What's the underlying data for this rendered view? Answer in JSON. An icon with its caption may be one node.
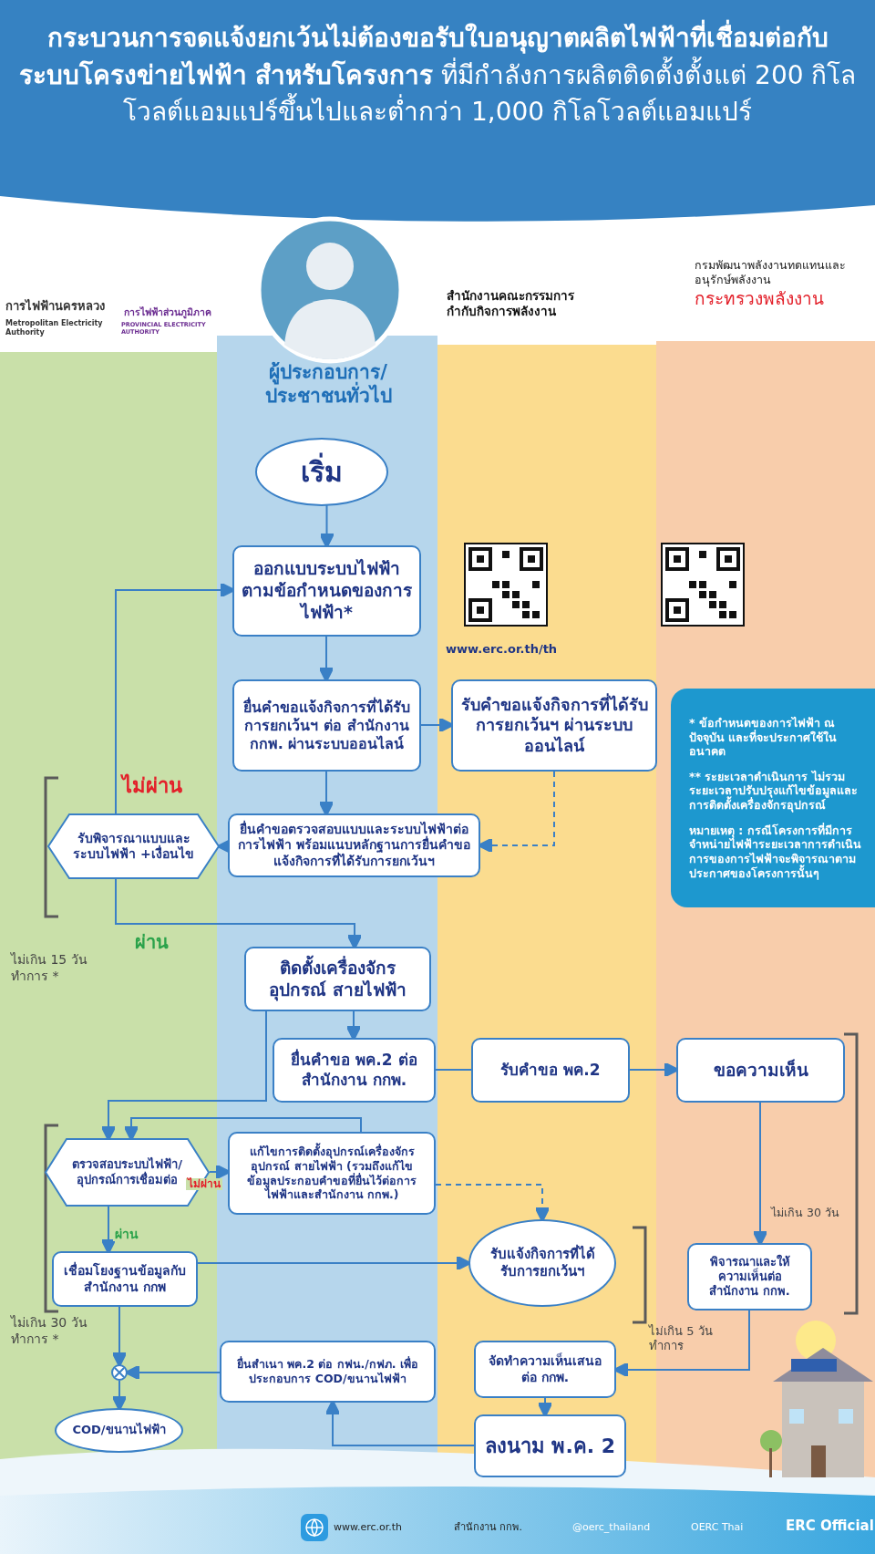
{
  "diagram": {
    "title": "**กระบวนการจดแจ้งยกเว้นไม่ต้องขอรับใบอนุญาตผลิตไฟฟ้าที่เชื่อมต่อกับระบบโครงข่ายไฟฟ้า สำหรับโครงการ** ที่มีกำลังการผลิตติดตั้งตั้งแต่ 200 กิโลโวลต์แอมแปร์ขึ้นไปและต่ำกว่า 1,000 กิโลโวลต์แอมแปร์",
    "nodes": [
      {
        "text": [
          "เริ่ม"
        ]
      },
      {
        "text": [
          "ออกแบบระบบไฟฟ้าตามข้อกำหนดของการไฟฟ้า*"
        ]
      },
      {
        "text": [
          "ยื่นคำขอแจ้งกิจการที่ได้รับการยกเว้นฯ ต่อ สำนักงาน กกพ. ผ่านระบบออนไลน์"
        ]
      },
      {
        "text": [
          "รับคำขอแจ้งกิจการที่ได้รับการยกเว้นฯ ผ่านระบบออนไลน์"
        ]
      },
      {
        "text": [
          "รับพิจารณาแบบและระบบไฟฟ้า +เงื่อนไข"
        ]
      },
      {
        "text": [
          "ยื่นคำขอตรวจสอบแบบและระบบไฟฟ้าต่อการไฟฟ้า พร้อมแนบหลักฐานการยื่นคำขอแจ้งกิจการที่ได้รับการยกเว้นฯ"
        ]
      },
      {
        "text": [
          "ติดตั้งเครื่องจักร อุปกรณ์ สายไฟฟ้า"
        ]
      },
      {
        "text": [
          "ยื่นคำขอ พค.2 ต่อ สำนักงาน กกพ."
        ]
      },
      {
        "text": [
          "รับคำขอ พค.2"
        ]
      },
      {
        "text": [
          "ขอความเห็น"
        ]
      },
      {
        "text": [
          "ตรวจสอบระบบไฟฟ้า/อุปกรณ์การเชื่อมต่อ"
        ]
      },
      {
        "text": [
          "แก้ไขการติดตั้งอุปกรณ์เครื่องจักรอุปกรณ์ สายไฟฟ้า (รวมถึงแก้ไขข้อมูลประกอบคำขอที่ยื่นไว้ต่อการไฟฟ้าและสำนักงาน กกพ.)"
        ]
      },
      {
        "text": [
          "รับแจ้งกิจการที่ได้รับการยกเว้นฯ"
        ]
      },
      {
        "text": [
          "เชื่อมโยงฐานข้อมูลกับสำนักงาน กกพ"
        ]
      },
      {
        "text": [
          "พิจารณาและให้ความเห็นต่อสำนักงาน กกพ."
        ]
      },
      {
        "text": [
          "จัดทำความเห็นเสนอต่อ กกพ."
        ]
      },
      {
        "text": [
          "ยื่นสำเนา พค.2 ต่อ กฟน./กฟภ. เพื่อประกอบการ COD/ขนานไฟฟ้า"
        ]
      },
      {
        "text": [],
        "shape": "circle"
      },
      {
        "text": [
          "COD/ขนานไฟฟ้า"
        ]
      },
      {
        "text": [
          "ลงนาม พ.ค. 2"
        ]
      },
      {
        "text": [
          "* ข้อกำหนดของการไฟฟ้า ณ ปัจจุบัน และที่จะประกาศใช้ในอนาคต",
          "** ระยะเวลาดำเนินการ ไม่รวมระยะเวลาปรับปรุงแก้ไขข้อมูลและการติดตั้งเครื่องจักรอุปกรณ์",
          "หมายเหตุ : กรณีโครงการที่มีการจำหน่ายไฟฟ้าระยะเวลาการดำเนินการของการไฟฟ้าจะพิจารณาตามประกาศของโครงการนั้นๆ"
        ]
      }
    ],
    "edges": [
      {
        "from": 0,
        "to": 1,
        "arrow": "to"
      },
      {
        "from": 1,
        "to": 2,
        "arrow": "to"
      },
      {
        "from": 2,
        "to": 3,
        "arrow": "to"
      },
      {
        "from": 2,
        "to": 5,
        "arrow": "to"
      },
      {
        "from": 3,
        "to": 5,
        "arrow": "to",
        "style": "dashed"
      },
      {
        "from": 5,
        "to": 4,
        "arrow": "to"
      },
      {
        "from": 4,
        "to": 1,
        "arrow": "to",
        "label": "ไม่ผ่าน"
      },
      {
        "from": 4,
        "to": 6,
        "arrow": "to",
        "label": "ผ่าน"
      },
      {
        "from": 6,
        "to": 7,
        "arrow": "to"
      },
      {
        "from": 6,
        "to": 10,
        "arrow": "to"
      },
      {
        "from": 11,
        "to": 10,
        "arrow": "to"
      },
      {
        "from": 7,
        "to": 8,
        "arrow": "none"
      },
      {
        "from": 8,
        "to": 9,
        "arrow": "to"
      },
      {
        "from": 10,
        "to": 11,
        "arrow": "to",
        "label": "ไม่ผ่าน"
      },
      {
        "from": 11,
        "to": 12,
        "arrow": "to",
        "style": "dashed"
      },
      {
        "from": 10,
        "to": 13,
        "arrow": "to",
        "label": "ผ่าน"
      },
      {
        "from": 13,
        "to": 12,
        "arrow": "to"
      },
      {
        "from": 9,
        "to": 14,
        "arrow": "to"
      },
      {
        "from": 14,
        "to": 15,
        "arrow": "to"
      },
      {
        "from": 15,
        "to": 19,
        "arrow": "to"
      },
      {
        "from": 19,
        "to": 16,
        "arrow": "to"
      },
      {
        "from": 16,
        "to": 17,
        "arrow": "to"
      },
      {
        "from": 13,
        "to": 17,
        "arrow": "to"
      },
      {
        "from": 17,
        "to": 18,
        "arrow": "to"
      }
    ],
    "labels": [
      "การไฟฟ้านครหลวง",
      "Metropolitan Electricity Authority",
      "การไฟฟ้าส่วนภูมิภาค",
      "PROVINCIAL ELECTRICITY AUTHORITY",
      "สำนักงานคณะกรรมการกำกับกิจการพลังงาน",
      "กรมพัฒนาพลังงานทดแทนและอนุรักษ์พลังงาน",
      "กระทรวงพลังงาน",
      "ผู้ประกอบการ/ประชาชนทั่วไป",
      "www.erc.or.th/th",
      "ไม่เกิน 15 วันทำการ *",
      "ไม่เกิน 30 วัน",
      "ไม่เกิน 30 วันทำการ *",
      "ไม่เกิน 5 วันทำการ",
      "www.erc.or.th",
      "สำนักงาน กกพ.",
      "@oerc_thailand",
      "OERC Thai",
      "ERC Official"
    ]
  }
}
